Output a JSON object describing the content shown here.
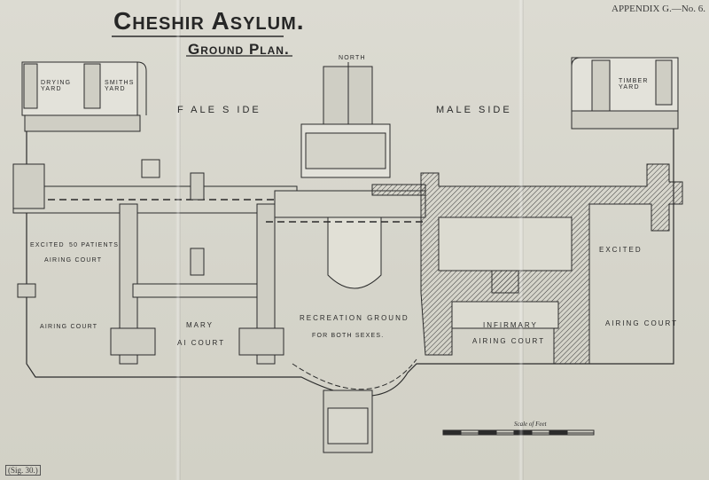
{
  "title": "Cheshir Asylum.",
  "subtitle": "Ground Plan.",
  "appendix": "APPENDIX G.—No. 6.",
  "figure_ref": "(Sig. 30.)",
  "compass": "NORTH",
  "sides": {
    "female": "F ALE   S IDE",
    "male": "MALE   SIDE"
  },
  "labels": {
    "drying_yard": "DRYING\nYARD",
    "smiths_yard": "SMITHS\nYARD",
    "timber_yard": "TIMBER\nYARD",
    "excited_female": "EXCITED",
    "patients": "50 PATIENTS",
    "airing_court_1": "AIRING COURT",
    "airing_court_left": "AIRING COURT",
    "mary": "MARY",
    "ai_court": "AI     COURT",
    "recreation_ground": "RECREATION GROUND",
    "for_both_sexes": "FOR BOTH SEXES.",
    "infirmary": "INFIRMARY",
    "infirmary_airing_court": "AIRING    COURT",
    "excited_male": "EXCITED",
    "airing_court_right": "AIRING COURT",
    "scale": "Scale of Feet"
  }
}
